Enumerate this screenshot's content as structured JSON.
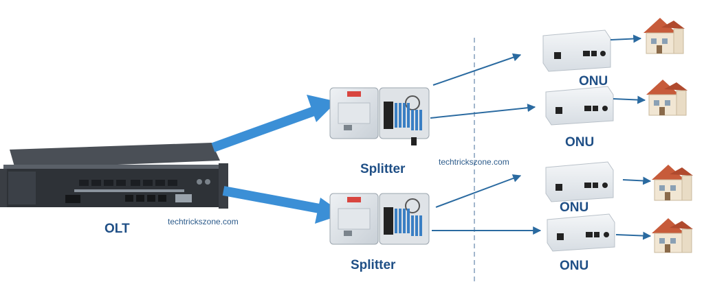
{
  "labels": {
    "olt": "OLT",
    "splitter_top": "Splitter",
    "splitter_bottom": "Splitter",
    "onu_1": "ONU",
    "onu_2": "ONU",
    "onu_3": "ONU",
    "onu_4": "ONU"
  },
  "watermarks": {
    "olt_wm": "techtrickszone.com",
    "splitter_wm": "techtrickszone.com"
  },
  "colors": {
    "thick_arrow": "#3b8fd6",
    "thin_arrow": "#2a6aa0",
    "label": "#1f4f86",
    "divider": "#6f8fb0"
  }
}
